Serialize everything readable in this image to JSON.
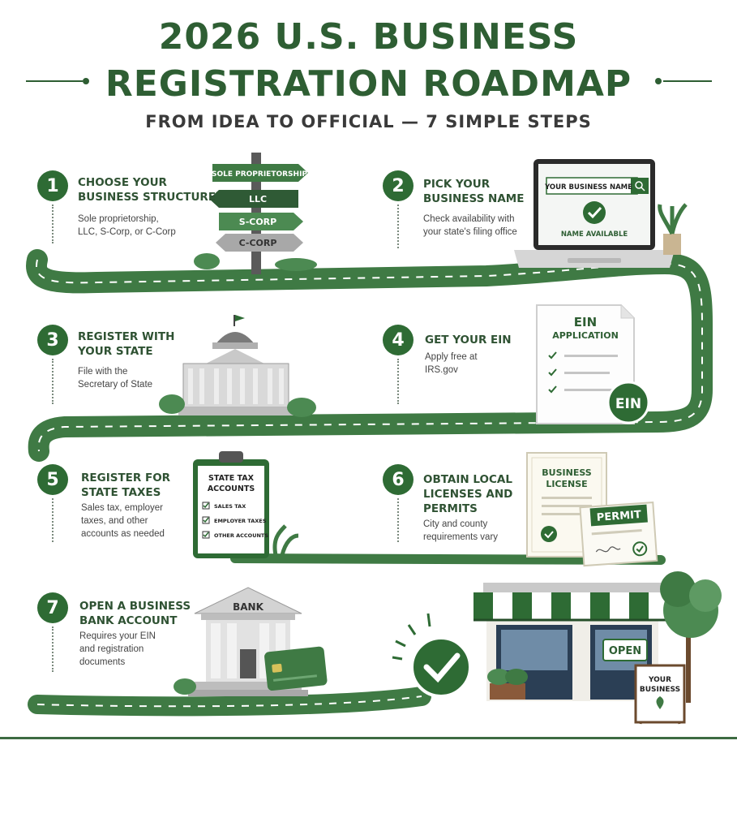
{
  "header": {
    "title_line1": "2026 U.S. BUSINESS",
    "title_line2": "REGISTRATION ROADMAP",
    "subtitle": "FROM IDEA TO OFFICIAL — 7 SIMPLE STEPS"
  },
  "colors": {
    "primary_green": "#2e6b34",
    "dark_green": "#2e5e33",
    "road": "#3f7a44",
    "text": "#444444"
  },
  "steps": [
    {
      "number": "1",
      "title": "CHOOSE YOUR\nBUSINESS STRUCTURE",
      "description": "Sole proprietorship,\nLLC, S-Corp, or C-Corp"
    },
    {
      "number": "2",
      "title": "PICK YOUR\nBUSINESS NAME",
      "description": "Check availability with\nyour state's filing office"
    },
    {
      "number": "3",
      "title": "REGISTER WITH\nYOUR STATE",
      "description": "File with the\nSecretary of State"
    },
    {
      "number": "4",
      "title": "GET YOUR EIN",
      "description": "Apply free at\nIRS.gov"
    },
    {
      "number": "5",
      "title": "REGISTER FOR\nSTATE TAXES",
      "description": "Sales tax, employer\ntaxes, and other\naccounts as needed"
    },
    {
      "number": "6",
      "title": "OBTAIN LOCAL\nLICENSES AND\nPERMITS",
      "description": "City and county\nrequirements vary"
    },
    {
      "number": "7",
      "title": "OPEN A BUSINESS\nBANK ACCOUNT",
      "description": "Requires your EIN\nand registration\ndocuments"
    }
  ],
  "signpost": {
    "signs": [
      "SOLE PROPRIETORSHIP",
      "LLC",
      "S-CORP",
      "C-CORP"
    ]
  },
  "laptop": {
    "search_placeholder": "YOUR BUSINESS NAME",
    "status": "NAME AVAILABLE"
  },
  "ein_doc": {
    "title_line1": "EIN",
    "title_line2": "APPLICATION",
    "seal": "EIN"
  },
  "clipboard": {
    "title_line1": "STATE TAX",
    "title_line2": "ACCOUNTS",
    "items": [
      "SALES TAX",
      "EMPLOYER TAXES",
      "OTHER ACCOUNTS"
    ]
  },
  "license": {
    "title_line1": "BUSINESS",
    "title_line2": "LICENSE",
    "permit": "PERMIT"
  },
  "bank": {
    "label": "BANK"
  },
  "storefront": {
    "open_sign": "OPEN",
    "board_line1": "YOUR",
    "board_line2": "BUSINESS"
  }
}
